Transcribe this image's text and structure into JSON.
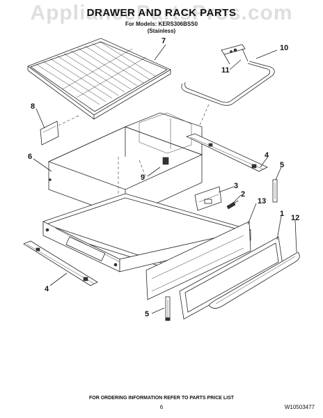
{
  "header": {
    "title": "DRAWER AND RACK PARTS",
    "models_line": "For Models: KERS306BSS0",
    "variant_line": "(Stainless)"
  },
  "watermark": "AppliancePartsPros.com",
  "callouts": {
    "c1": "1",
    "c2": "2",
    "c3": "3",
    "c4a": "4",
    "c4b": "4",
    "c5a": "5",
    "c5b": "5",
    "c6": "6",
    "c7": "7",
    "c8": "8",
    "c9": "9",
    "c10": "10",
    "c11": "11",
    "c12": "12",
    "c13": "13"
  },
  "footer": {
    "ordering_note": "FOR ORDERING INFORMATION REFER TO PARTS PRICE LIST",
    "page_number": "6",
    "document_number": "W10503477"
  }
}
